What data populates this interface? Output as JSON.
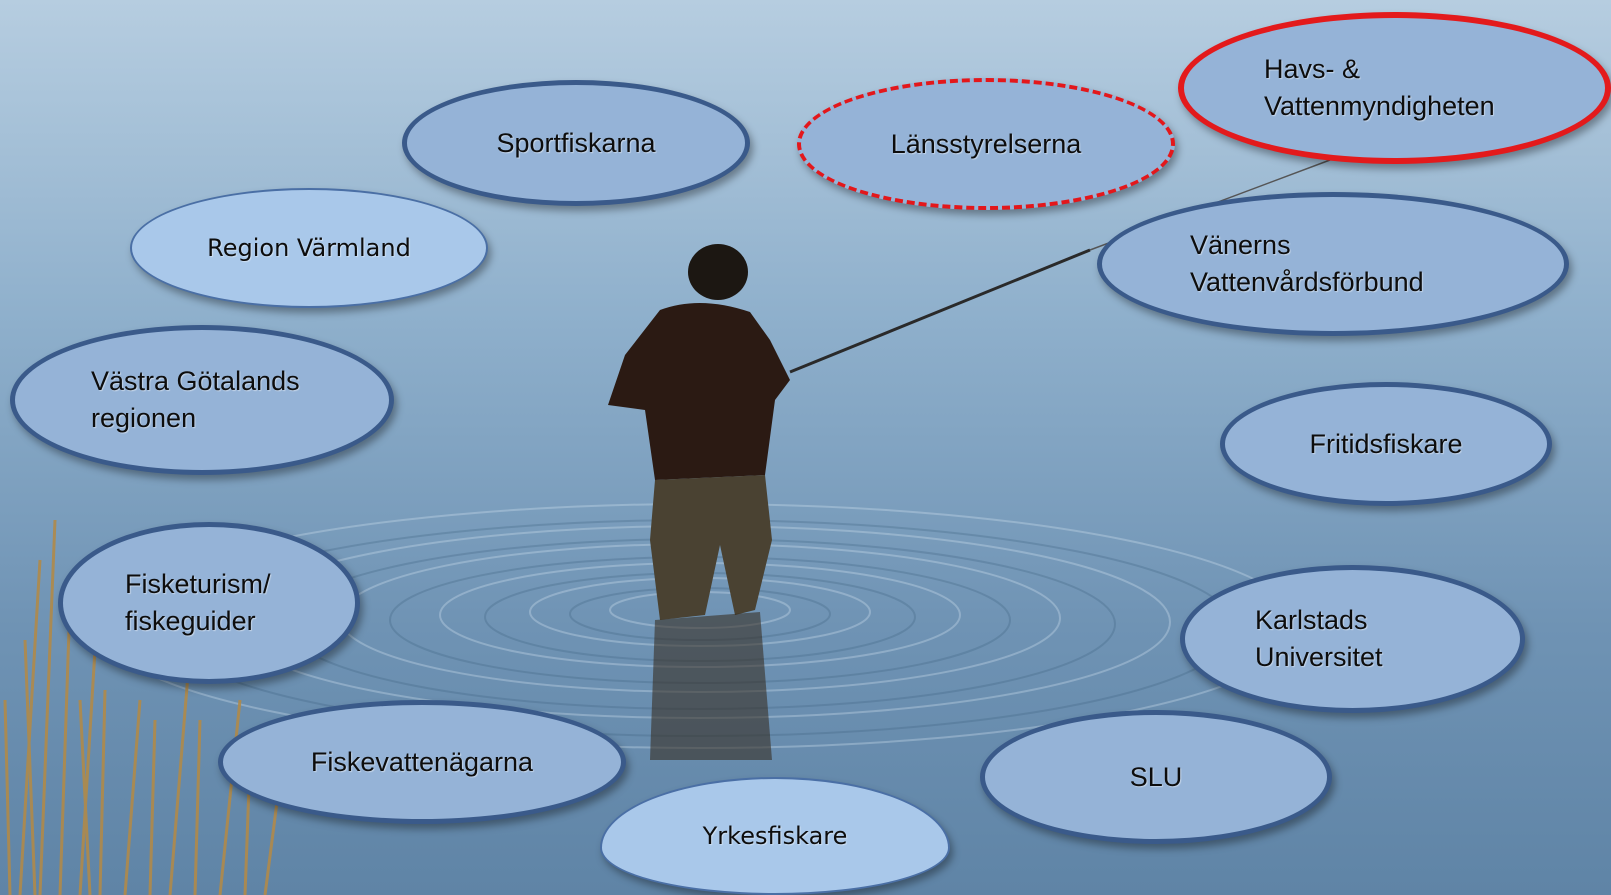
{
  "nodes": {
    "sportfiskarna": "Sportfiskarna",
    "lansstyrelserna": "Länsstyrelserna",
    "havs_line1": "Havs- &",
    "havs_line2": "Vattenmyndigheten",
    "region_varmland": "Region Värmland",
    "vanerns_line1": "Vänerns",
    "vanerns_line2": "Vattenvårdsförbund",
    "vgr_line1": "Västra Götalands",
    "vgr_line2": "regionen",
    "fritidsfiskare": "Fritidsfiskare",
    "fisketurism_line1": "Fisketurism/",
    "fisketurism_line2": "fiskeguider",
    "karlstads_line1": "Karlstads",
    "karlstads_line2": "Universitet",
    "fiskevattenagarna": "Fiskevattenägarna",
    "slu": "SLU",
    "yrkesfiskare": "Yrkesfiskare"
  },
  "colors": {
    "ellipse_fill": "#95b3d7",
    "ellipse_border": "#3a5a8a",
    "highlight_red": "#e31a1c"
  }
}
